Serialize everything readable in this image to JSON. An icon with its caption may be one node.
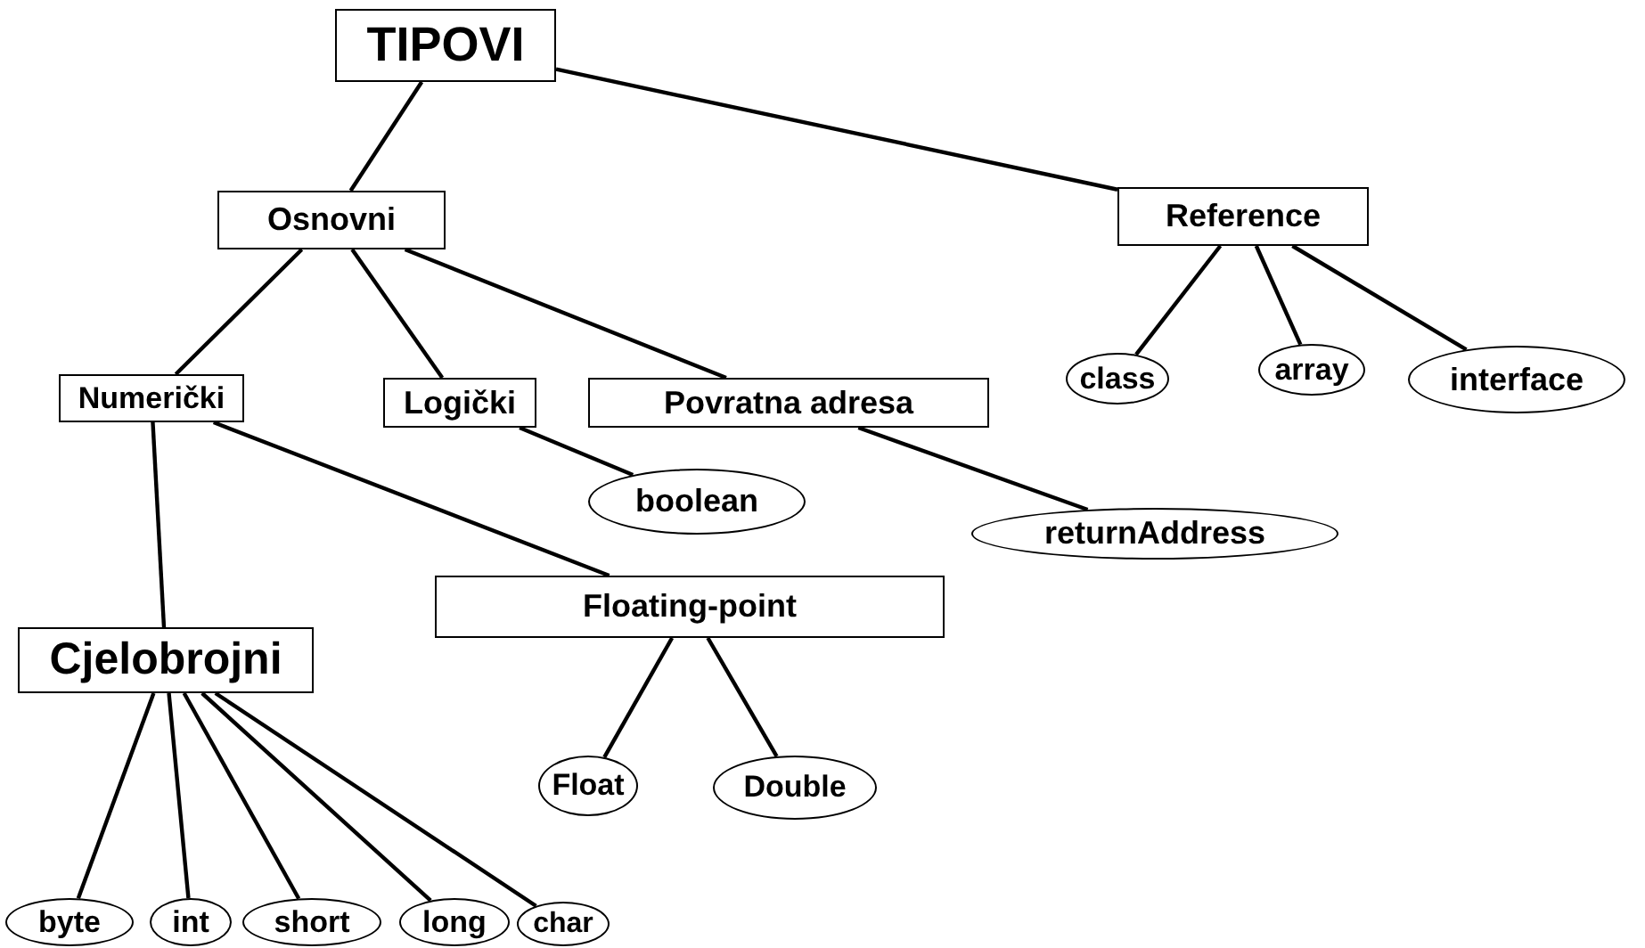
{
  "diagram": {
    "nodes": [
      {
        "text": [
          "TIPOVI"
        ]
      },
      {
        "text": [
          "Osnovni"
        ]
      },
      {
        "text": [
          "Reference"
        ]
      },
      {
        "text": [
          "Numerički"
        ]
      },
      {
        "text": [
          "Logički"
        ]
      },
      {
        "text": [
          "Povratna adresa"
        ]
      },
      {
        "text": [
          "Cjelobrojni"
        ]
      },
      {
        "text": [
          "Floating-point"
        ]
      },
      {
        "text": [
          "boolean"
        ]
      },
      {
        "text": [
          "returnAddress"
        ]
      },
      {
        "text": [
          "class"
        ]
      },
      {
        "text": [
          "array"
        ]
      },
      {
        "text": [
          "interface"
        ]
      },
      {
        "text": [
          "Float"
        ]
      },
      {
        "text": [
          "Double"
        ]
      },
      {
        "text": [
          "byte"
        ]
      },
      {
        "text": [
          "int"
        ]
      },
      {
        "text": [
          "short"
        ]
      },
      {
        "text": [
          "long"
        ]
      },
      {
        "text": [
          "char"
        ]
      }
    ],
    "edges": [
      {
        "from": 0,
        "to": 1,
        "arrow": "none"
      },
      {
        "from": 0,
        "to": 2,
        "arrow": "none"
      },
      {
        "from": 1,
        "to": 3,
        "arrow": "none"
      },
      {
        "from": 1,
        "to": 4,
        "arrow": "none"
      },
      {
        "from": 1,
        "to": 5,
        "arrow": "none"
      },
      {
        "from": 2,
        "to": 10,
        "arrow": "none"
      },
      {
        "from": 2,
        "to": 11,
        "arrow": "none"
      },
      {
        "from": 2,
        "to": 12,
        "arrow": "none"
      },
      {
        "from": 3,
        "to": 6,
        "arrow": "none"
      },
      {
        "from": 3,
        "to": 7,
        "arrow": "none"
      },
      {
        "from": 4,
        "to": 8,
        "arrow": "none"
      },
      {
        "from": 5,
        "to": 9,
        "arrow": "none"
      },
      {
        "from": 7,
        "to": 13,
        "arrow": "none"
      },
      {
        "from": 7,
        "to": 14,
        "arrow": "none"
      },
      {
        "from": 6,
        "to": 15,
        "arrow": "none"
      },
      {
        "from": 6,
        "to": 16,
        "arrow": "none"
      },
      {
        "from": 6,
        "to": 17,
        "arrow": "none"
      },
      {
        "from": 6,
        "to": 18,
        "arrow": "none"
      },
      {
        "from": 6,
        "to": 19,
        "arrow": "none"
      }
    ]
  }
}
